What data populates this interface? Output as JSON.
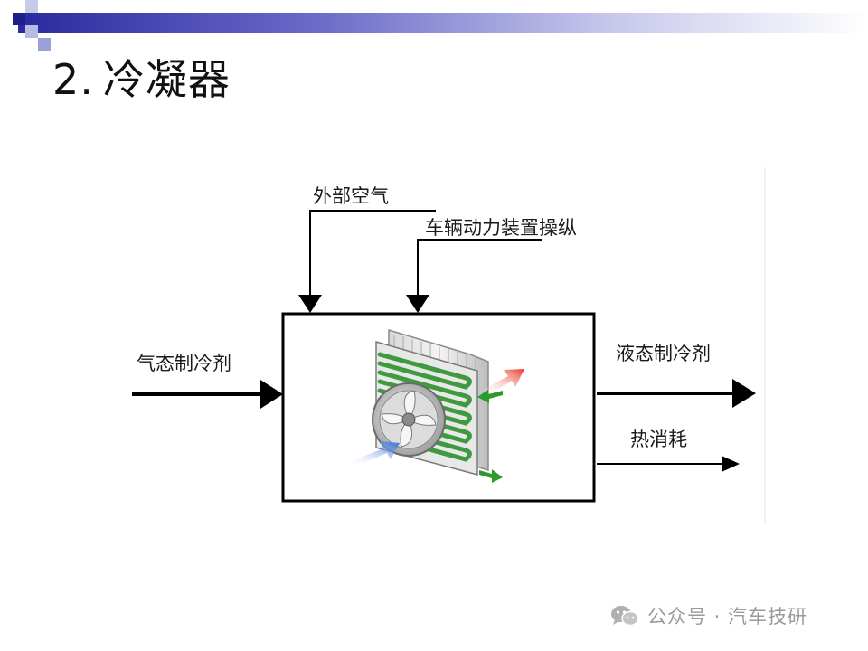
{
  "slide": {
    "title_number": "2.",
    "title_text": "冷凝器"
  },
  "diagram": {
    "outside_air": "外部空气",
    "vehicle_power": "车辆动力装置操纵",
    "gas_refrigerant": "气态制冷剂",
    "liquid_refrigerant": "液态制冷剂",
    "heat_loss": "热消耗"
  },
  "watermark": {
    "text": "公众号 · 汽车技研",
    "icon": "wechat-icon"
  },
  "colors": {
    "header_bar_start": "#2a2aa0",
    "header_bar_end": "#ffffff",
    "deco_square": "#2a2aa0",
    "deco_square_light": "#9aa0d8",
    "arrow": "#000000",
    "fan_arrow_blue": "#2f6fd8",
    "fan_arrow_red": "#e83a2a",
    "fan_arrow_green": "#2e9a2e",
    "condenser_tube": "#3f9a3f"
  }
}
